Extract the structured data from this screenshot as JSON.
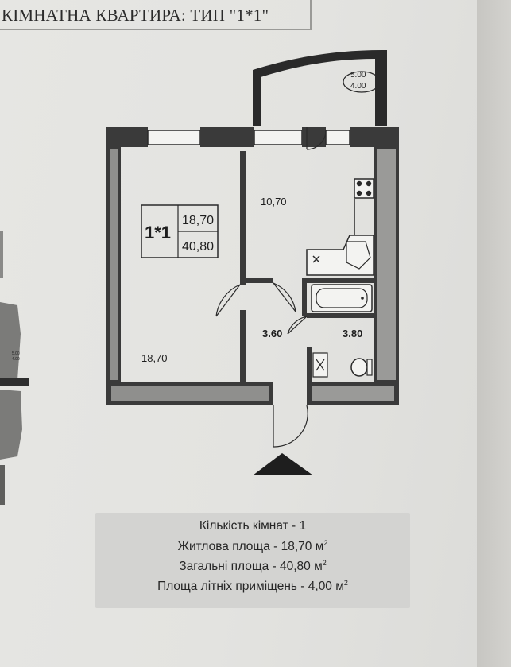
{
  "header": {
    "title": "КІМНАТНА КВАРТИРА: ТИП \"1*1\""
  },
  "plan": {
    "apartment_type": "1*1",
    "living_area_tag": "18,70",
    "total_area_tag": "40,80",
    "rooms": {
      "living_room": "18,70",
      "kitchen": "10,70",
      "hall": "3.60",
      "bathroom": "3.80"
    },
    "balcony": {
      "area_full": "5.00",
      "area_reduced": "4.00"
    },
    "neighbor_balcony": {
      "area_full": "5.00",
      "area_reduced": "4.00"
    }
  },
  "summary": {
    "rooms_count": "Кількість кімнат - 1",
    "living_area": "Житлова площа - 18,70 м",
    "total_area": "Загальні площа - 40,80 м",
    "summer_area": "Площа літніх приміщень - 4,00 м",
    "unit_power": "2"
  }
}
